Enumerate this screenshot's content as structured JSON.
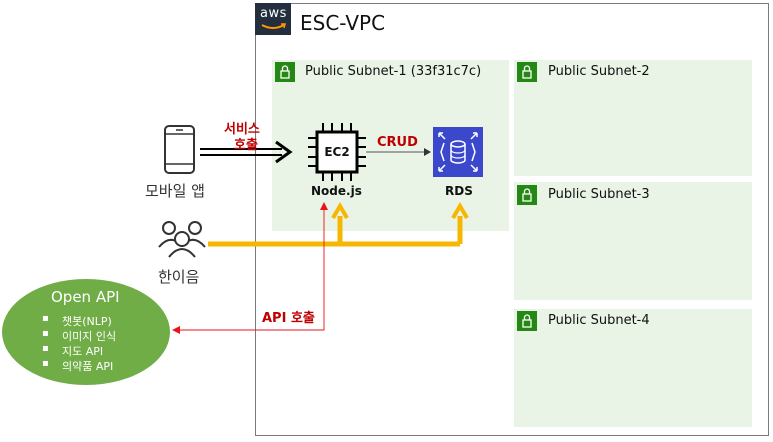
{
  "vpc": {
    "aws_label": "aws",
    "title": "ESC-VPC"
  },
  "subnets": [
    {
      "label": "Public Subnet-1 (33f31c7c)"
    },
    {
      "label": "Public Subnet-2"
    },
    {
      "label": "Public Subnet-3"
    },
    {
      "label": "Public Subnet-4"
    }
  ],
  "ec2": {
    "chip_label": "EC2",
    "name": "Node.js"
  },
  "rds": {
    "name": "RDS"
  },
  "labels": {
    "crud": "CRUD",
    "service_call_line1": "서비스",
    "service_call_line2": "호출",
    "api_call": "API 호출"
  },
  "mobile": {
    "label": "모바일 앱"
  },
  "users": {
    "label": "한이음"
  },
  "open_api": {
    "title": "Open API",
    "items": [
      "챗봇(NLP)",
      "이미지 인식",
      "지도 API",
      "의약품 API"
    ]
  },
  "colors": {
    "aws_dark": "#232f3e",
    "subnet_bg": "#e9f3e6",
    "subnet_icon": "#248814",
    "rds_blue": "#3b48cc",
    "accent_red": "#c00000",
    "user_arrow": "#f5b700",
    "open_api_green": "#70ad47"
  }
}
